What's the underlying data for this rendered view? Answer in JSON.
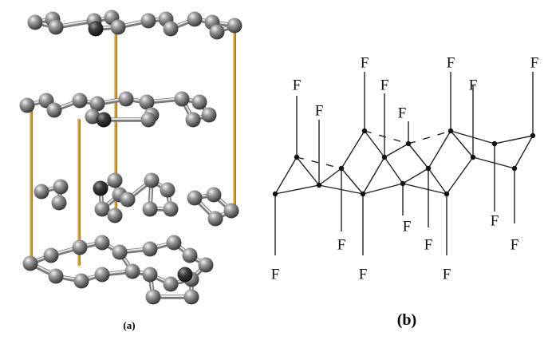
{
  "panel_a": {
    "caption": "(a)",
    "atom_color": "#8a8a8a",
    "rod_color": "#e0a12a"
  },
  "panel_b": {
    "caption": "(b)",
    "atom_label": "F"
  }
}
